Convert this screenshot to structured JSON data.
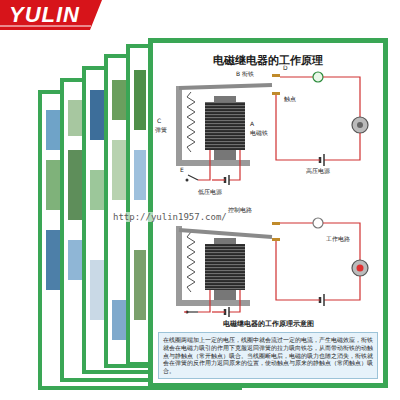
{
  "diagram": {
    "nodes": [
      {
        "text": [
          "YULIN"
        ]
      },
      {
        "text": [
          "电磁继电器的工作原理"
        ]
      },
      {
        "text": [
          "在线圈两端加上一定的电压，线圈中就会流过一定的电流，产生电磁效应，衔铁就会在电磁力吸引的作用下克服返回弹簧的拉力吸向铁芯，从而带动衔铁的动触点与静触点（常开触点）吸合。当线圈断电后，电磁的吸力也随之消失，衔铁就会在弹簧的反作用力返回原来的位置，使动触点与原来的静触点（常闭触点）吸合。"
        ],
        "in": 1
      }
    ],
    "labels": [
      "B 衔铁",
      "D",
      "触点",
      "C",
      "弹簧",
      "A",
      "电磁铁",
      "E",
      "低压电源",
      "高压电源",
      "控制电路",
      "工作电路",
      "电磁继电器的工作原理示意图",
      "http://yulin1957.com/"
    ]
  }
}
